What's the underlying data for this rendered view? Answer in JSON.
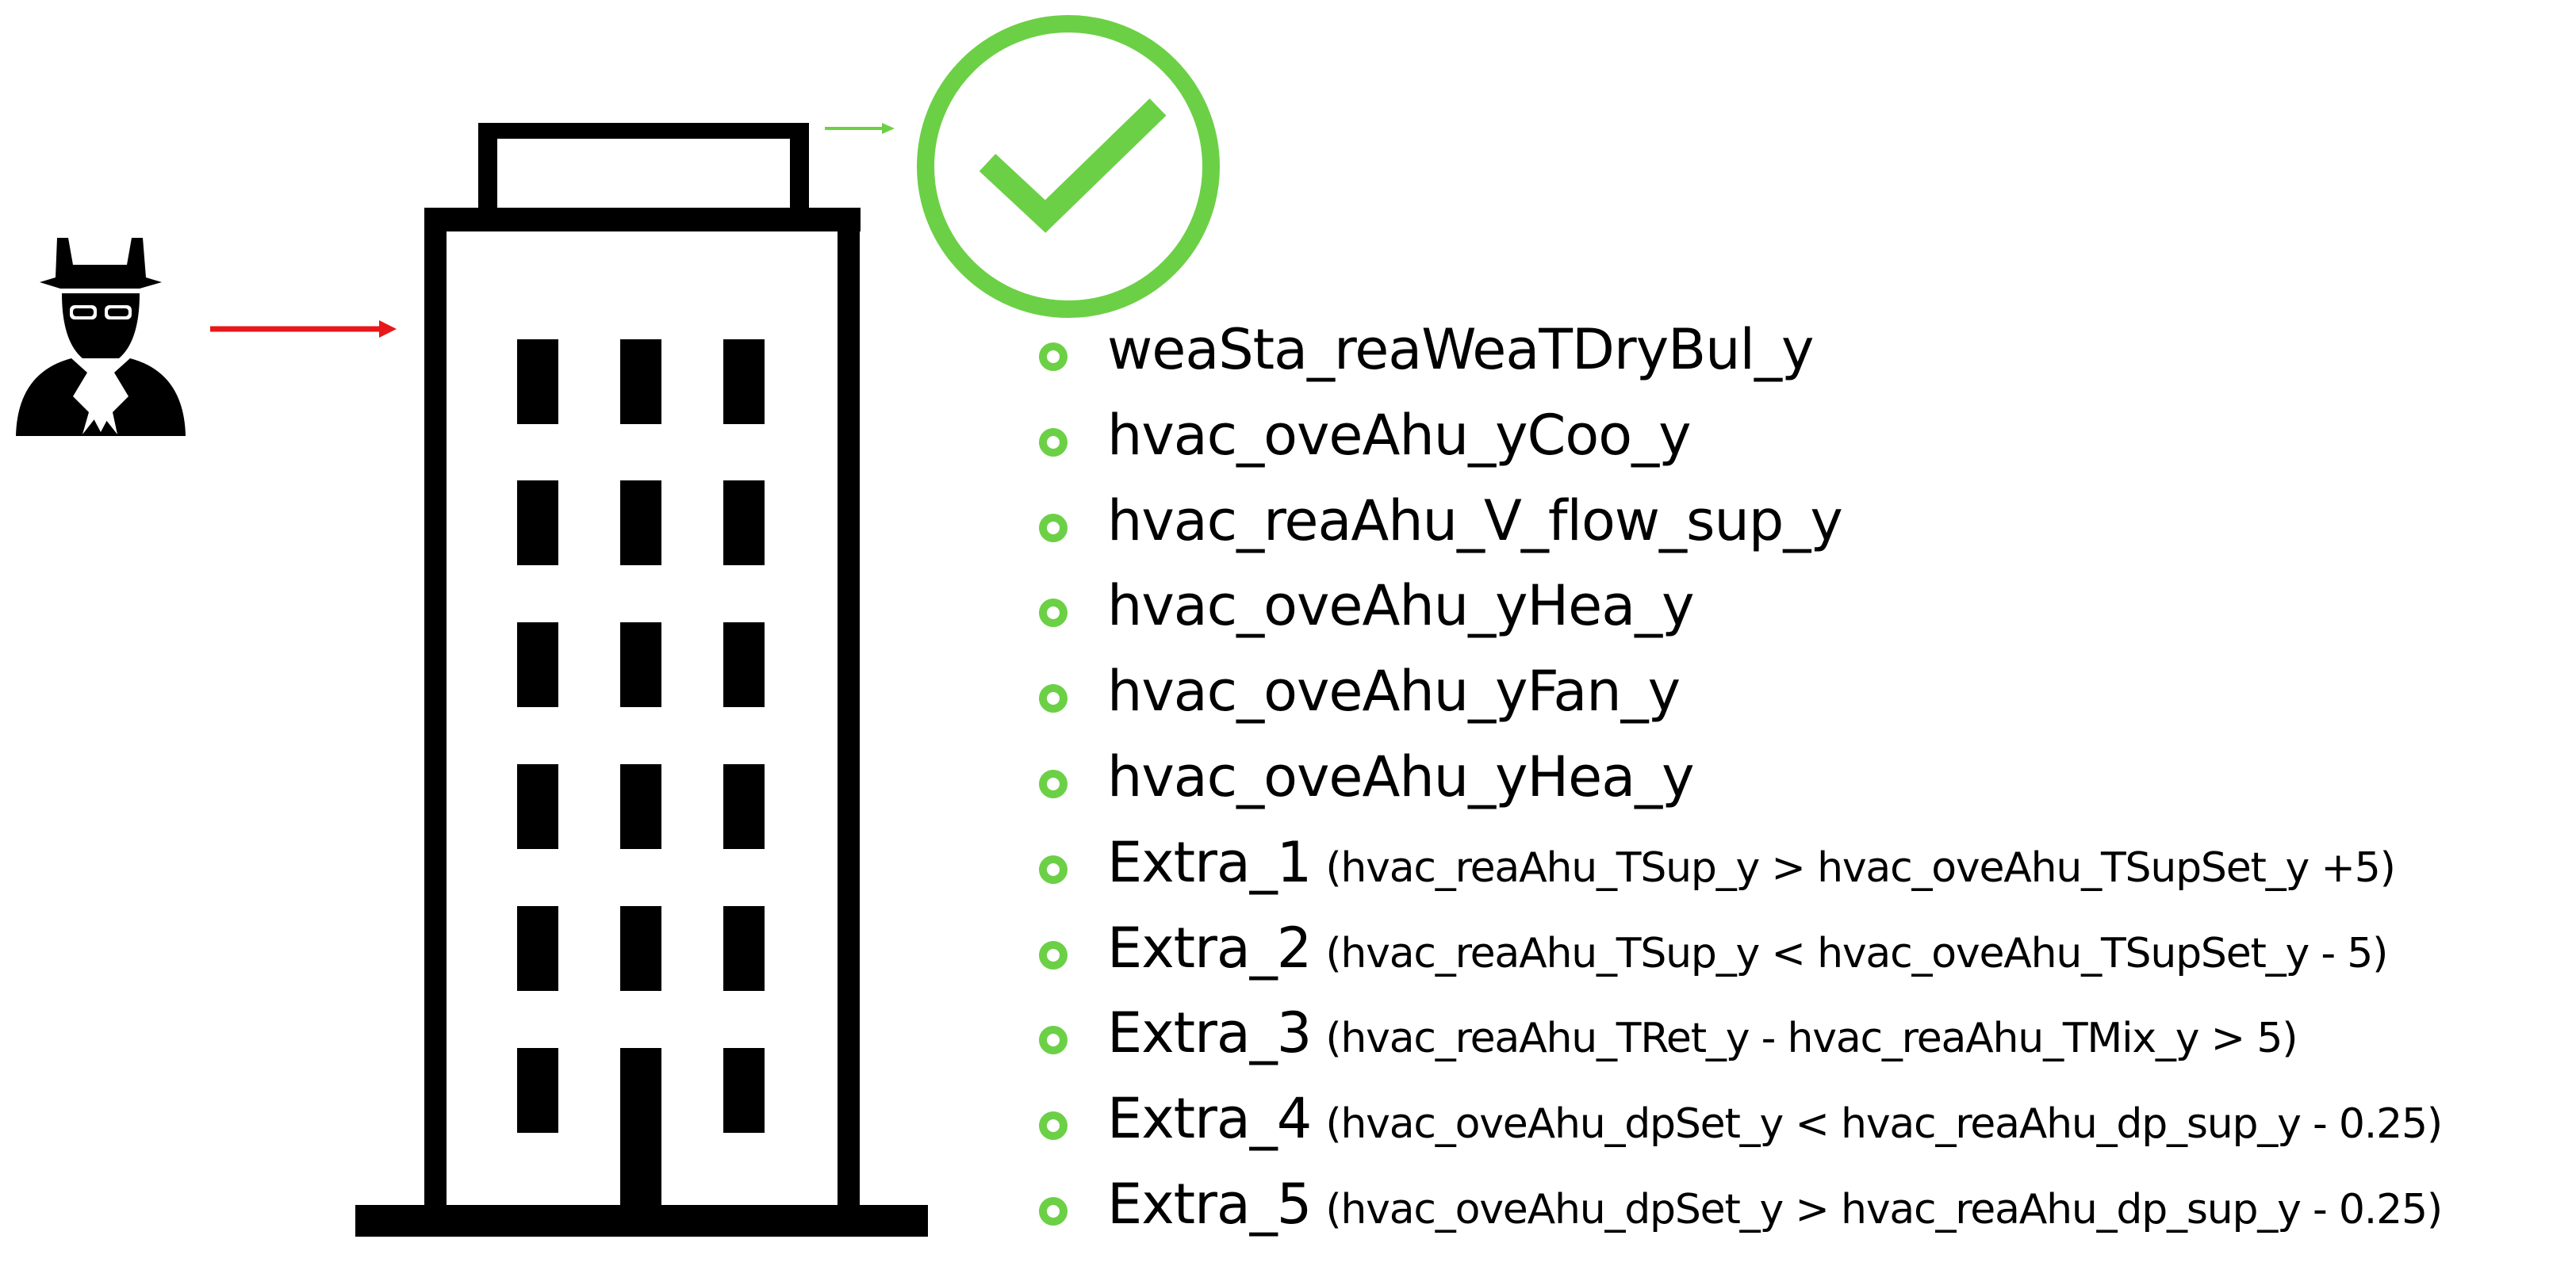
{
  "colors": {
    "check_green": "#6cd046",
    "attacker_arrow": "#e8171a",
    "check_arrow": "#6cd046",
    "building": "#000000"
  },
  "icons": {
    "attacker": "spy-icon",
    "building": "building-icon",
    "check": "checkmark-circle-icon"
  },
  "variables": [
    {
      "name": "weaSta_reaWeaTDryBul_y",
      "condition": ""
    },
    {
      "name": "hvac_oveAhu_yCoo_y",
      "condition": ""
    },
    {
      "name": "hvac_reaAhu_V_flow_sup_y",
      "condition": ""
    },
    {
      "name": "hvac_oveAhu_yHea_y",
      "condition": ""
    },
    {
      "name": "hvac_oveAhu_yFan_y",
      "condition": ""
    },
    {
      "name": "hvac_oveAhu_yHea_y",
      "condition": ""
    },
    {
      "name": "Extra_1",
      "condition": "(hvac_reaAhu_TSup_y > hvac_oveAhu_TSupSet_y +5)"
    },
    {
      "name": "Extra_2",
      "condition": "(hvac_reaAhu_TSup_y < hvac_oveAhu_TSupSet_y - 5)"
    },
    {
      "name": "Extra_3",
      "condition": "(hvac_reaAhu_TRet_y - hvac_reaAhu_TMix_y > 5)"
    },
    {
      "name": "Extra_4",
      "condition": "(hvac_oveAhu_dpSet_y < hvac_reaAhu_dp_sup_y - 0.25)"
    },
    {
      "name": "Extra_5",
      "condition": "(hvac_oveAhu_dpSet_y > hvac_reaAhu_dp_sup_y - 0.25)"
    }
  ]
}
